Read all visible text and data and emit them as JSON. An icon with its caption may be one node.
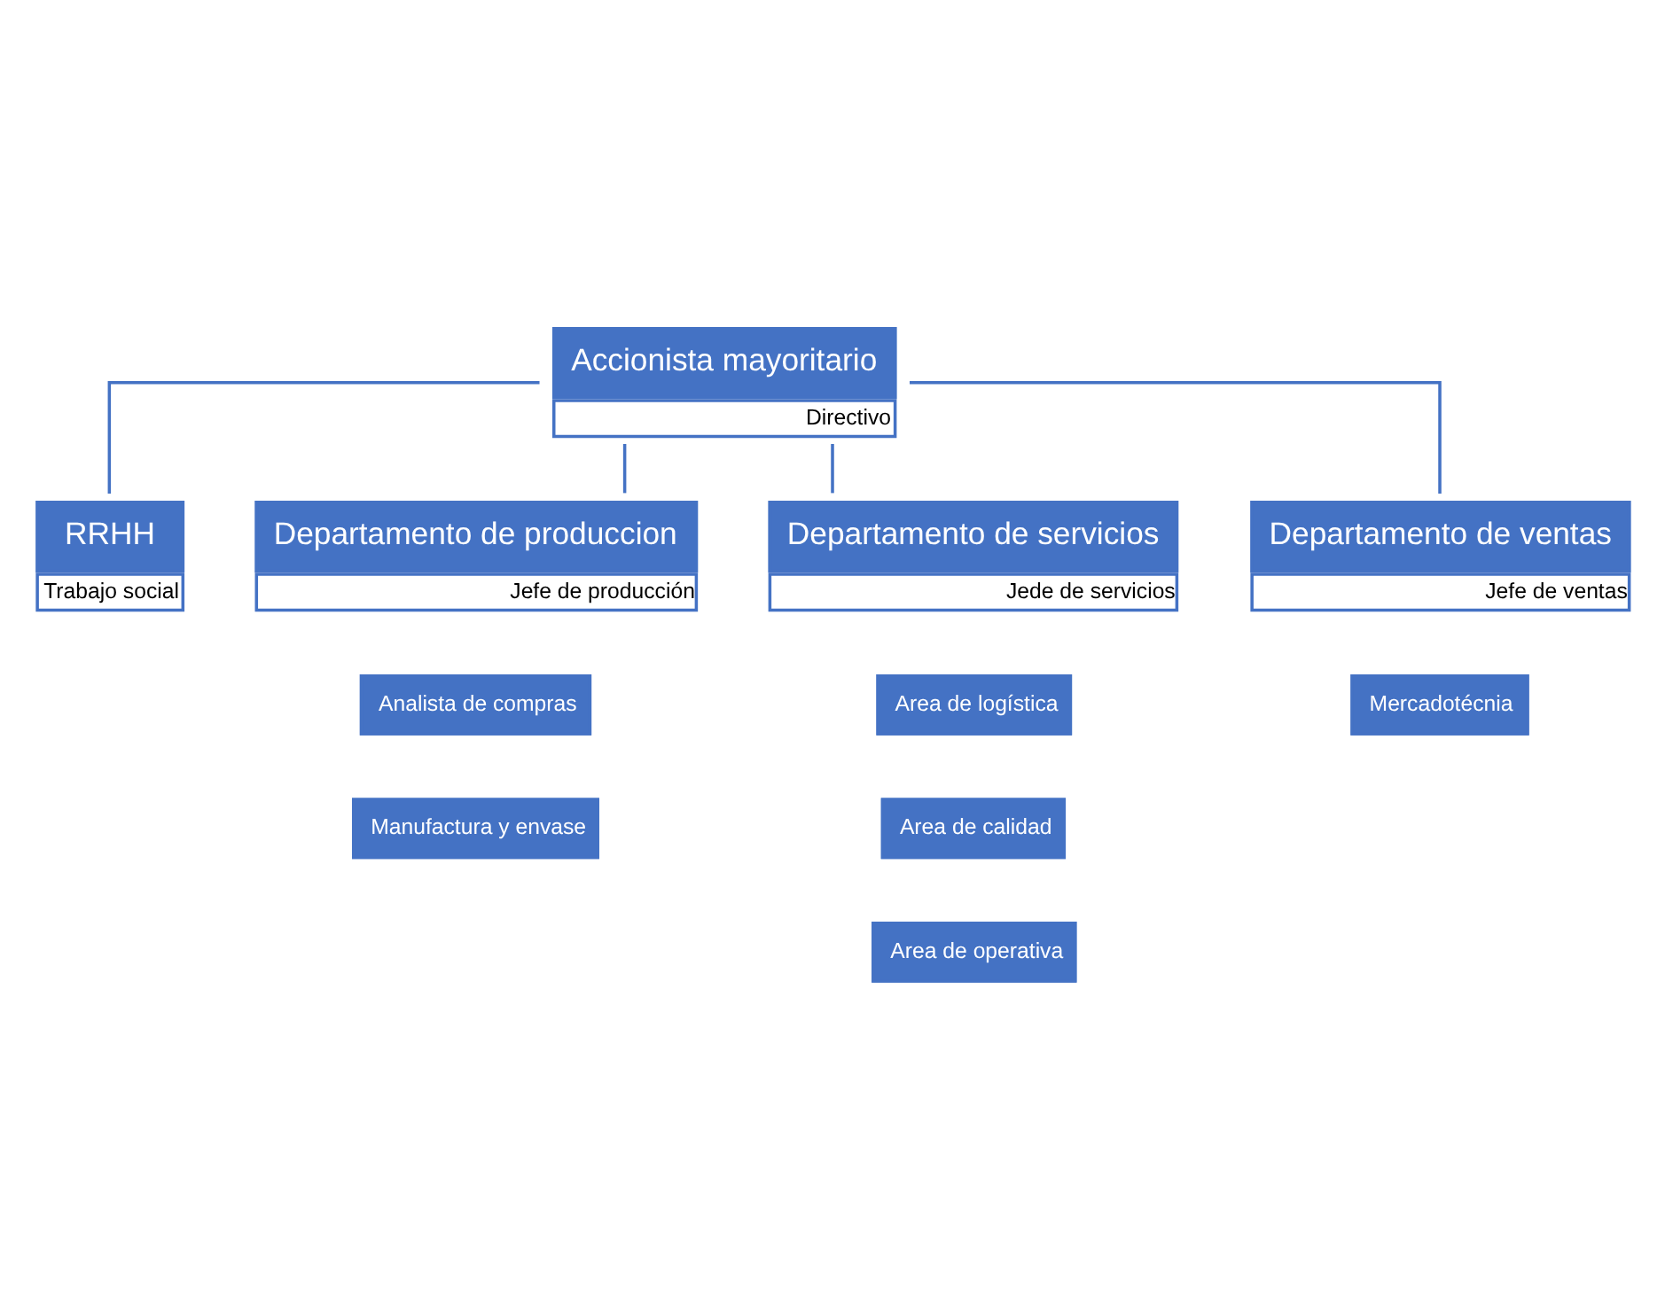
{
  "diagram": {
    "nodes": [
      {
        "text": [
          "Accionista mayoritario",
          "Directivo"
        ]
      },
      {
        "text": [
          "RRHH",
          "Trabajo social"
        ]
      },
      {
        "text": [
          "Departamento de produccion",
          "Jefe de producción"
        ]
      },
      {
        "text": [
          "Departamento de servicios",
          "Jede de servicios"
        ]
      },
      {
        "text": [
          "Departamento de ventas",
          "Jefe de ventas"
        ]
      },
      {
        "text": [
          "Analista de compras"
        ]
      },
      {
        "text": [
          "Manufactura y envase"
        ]
      },
      {
        "text": [
          "Area de logística"
        ]
      },
      {
        "text": [
          "Area de calidad"
        ]
      },
      {
        "text": [
          "Area de operativa"
        ]
      },
      {
        "text": [
          "Mercadotécnia"
        ]
      }
    ],
    "edges": [
      {
        "from": 0,
        "to": 1,
        "arrow": "none"
      },
      {
        "from": 0,
        "to": 2,
        "arrow": "none"
      },
      {
        "from": 0,
        "to": 3,
        "arrow": "none"
      },
      {
        "from": 0,
        "to": 4,
        "arrow": "none"
      }
    ]
  }
}
